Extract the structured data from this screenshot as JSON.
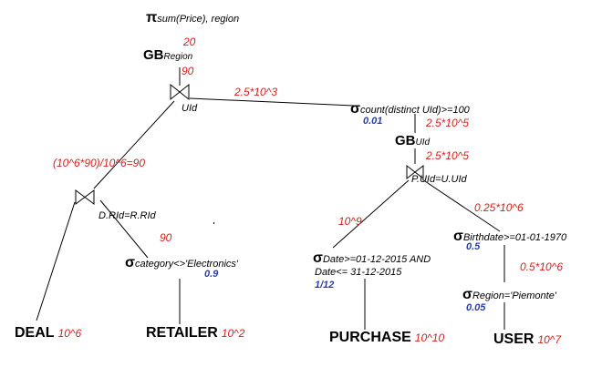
{
  "projection": {
    "symbol": "π",
    "text": "sum(Price), region"
  },
  "gb_region": {
    "label": "GB",
    "sub": "Region"
  },
  "gb_uid": {
    "label": "GB",
    "sub": "UId"
  },
  "join_top": {
    "label": "UId"
  },
  "join_deal": {
    "label": "D.RId=R.RId"
  },
  "join_user": {
    "label": "P.UId=U.UId"
  },
  "sel_count": {
    "symbol": "σ",
    "text": "count(distinct UId)>=100",
    "selectivity": "0.01"
  },
  "sel_category": {
    "symbol": "σ",
    "text": "category<>'Electronics'",
    "selectivity": "0.9"
  },
  "sel_date": {
    "symbol": "σ",
    "line1": "Date>=01-12-2015 AND",
    "line2": "Date<= 31-12-2015",
    "selectivity": "1/12"
  },
  "sel_birth": {
    "symbol": "σ",
    "text": "Birthdate>=01-01-1970",
    "selectivity": "0.5"
  },
  "sel_region": {
    "symbol": "σ",
    "text": "Region='Piemonte'",
    "selectivity": "0.05"
  },
  "cardinalities": {
    "above_gb_region": "20",
    "above_join_top": "90",
    "join_top_right": "2.5*10^3",
    "above_gb_uid": "2.5*10^5",
    "above_join_user": "2.5*10^5",
    "left_branch": "(10^6*90)/10^6=90",
    "retailer_branch": "90",
    "purchase_branch": "10^9",
    "user_branch": "0.25*10^6",
    "above_sel_region": "0.5*10^6"
  },
  "leaves": {
    "deal": {
      "name": "DEAL",
      "count": "10^6"
    },
    "retailer": {
      "name": "RETAILER",
      "count": "10^2"
    },
    "purchase": {
      "name": "PURCHASE",
      "count": "10^10"
    },
    "user": {
      "name": "USER",
      "count": "10^7"
    }
  },
  "colors": {
    "cardinality": "#d42020",
    "selectivity": "#2c3ea8",
    "line": "#000000"
  }
}
